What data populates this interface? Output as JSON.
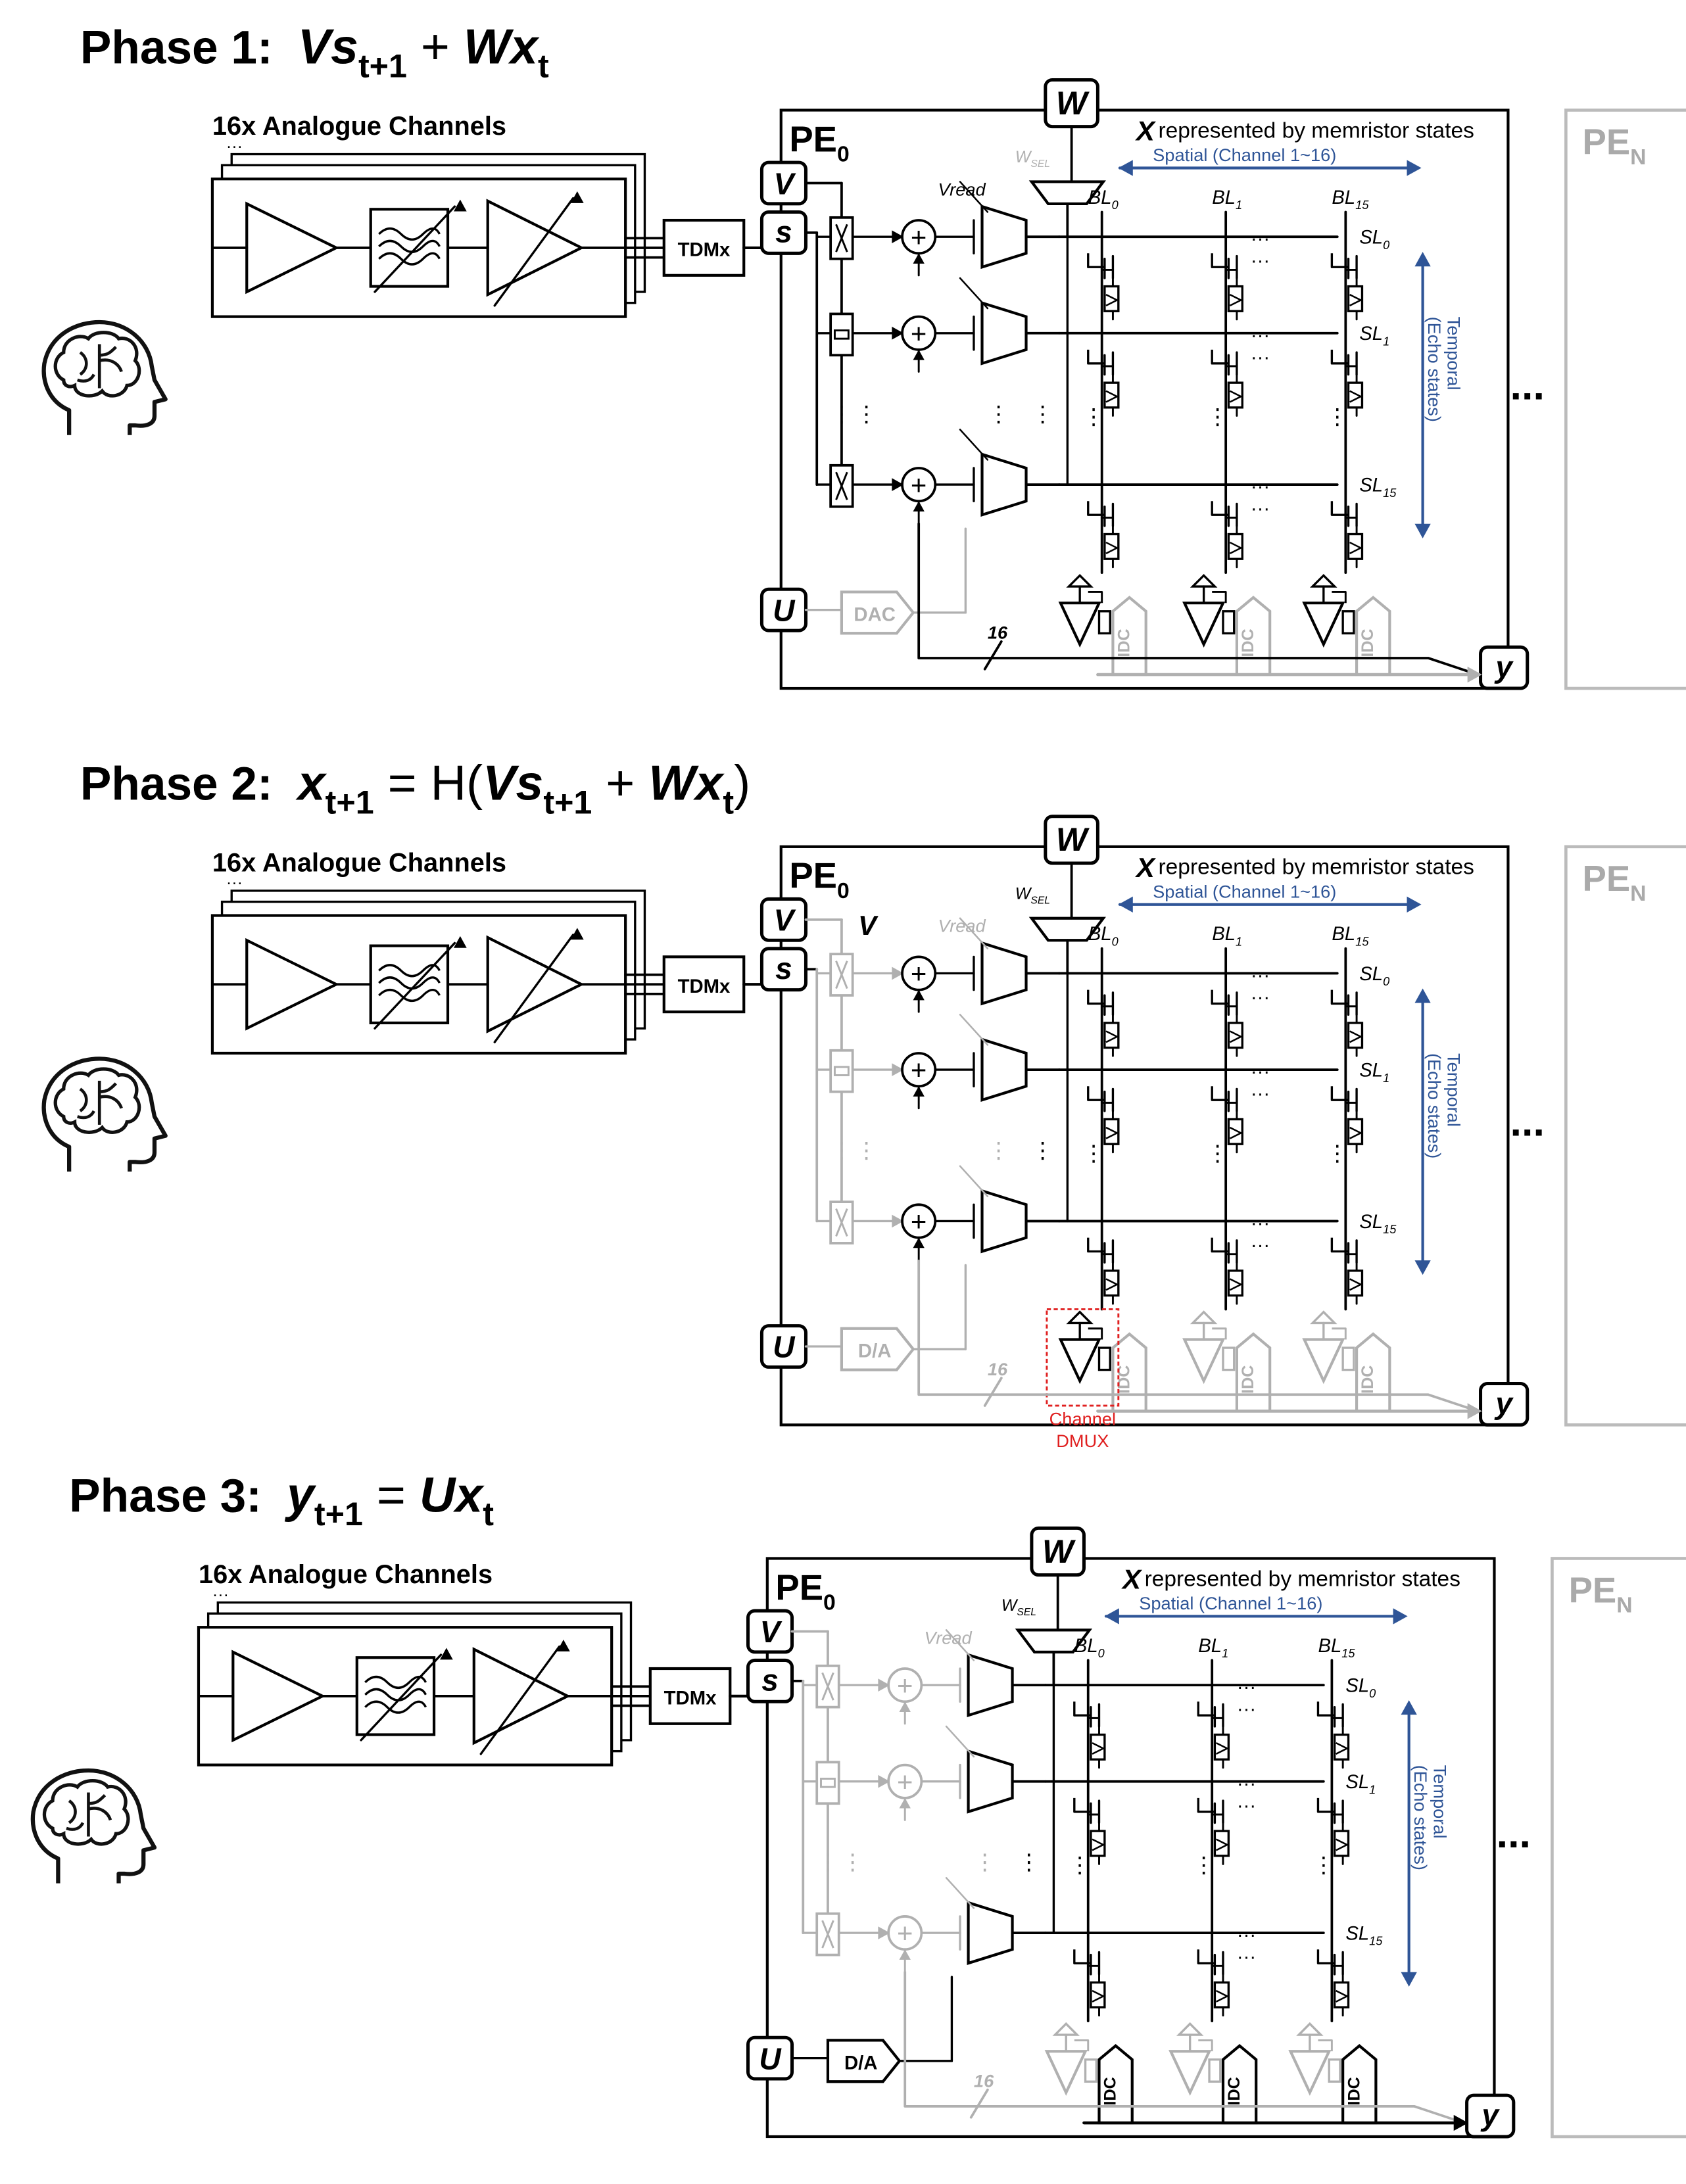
{
  "phases": [
    {
      "title_prefix": "Phase 1:",
      "eq": [
        {
          "t": "Vs",
          "style": "bi"
        },
        {
          "t": "t+1",
          "style": "bsub"
        },
        {
          "t": " + ",
          "style": "n"
        },
        {
          "t": "Wx",
          "style": "bi"
        },
        {
          "t": "t",
          "style": "bsub"
        }
      ]
    },
    {
      "title_prefix": "Phase 2:",
      "eq": [
        {
          "t": "x",
          "style": "bi"
        },
        {
          "t": "t+1",
          "style": "bsub"
        },
        {
          "t": " = H(",
          "style": "n"
        },
        {
          "t": "Vs",
          "style": "bi"
        },
        {
          "t": "t+1",
          "style": "bsub"
        },
        {
          "t": " + ",
          "style": "n"
        },
        {
          "t": "Wx",
          "style": "bi"
        },
        {
          "t": "t",
          "style": "bsub"
        },
        {
          "t": ")",
          "style": "n"
        }
      ]
    },
    {
      "title_prefix": "Phase 3:",
      "eq": [
        {
          "t": "y",
          "style": "bi"
        },
        {
          "t": "t+1",
          "style": "bsub"
        },
        {
          "t": " = ",
          "style": "n"
        },
        {
          "t": "Ux",
          "style": "bi"
        },
        {
          "t": "t",
          "style": "bsub"
        }
      ]
    }
  ],
  "labels": {
    "channels": "16x Analogue Channels",
    "tdm": "TDMx",
    "pe0": "PE",
    "pe0_sub": "0",
    "pen": "PE",
    "pen_sub": "N",
    "w": "W",
    "wsel": "W",
    "wsel_sub": "SEL",
    "v": "V",
    "s": "s",
    "u": "U",
    "y": "y",
    "x_repr_bold": "X",
    "x_repr": " represented by memristor states",
    "spatial": "Spatial (Channel 1~16)",
    "temporal": "Temporal",
    "echo": "(Echo states)",
    "vread": "Vread",
    "dac_p1": "DAC",
    "dac_p23": "D/A",
    "idc": "IDC",
    "bus": "16",
    "bl": "BL",
    "bl_subs": [
      "0",
      "1",
      "15"
    ],
    "sl": "SL",
    "sl_subs": [
      "0",
      "1",
      "15"
    ],
    "ellipsis": "...",
    "vdots": "⋮",
    "dots_h": "···",
    "dmux1": "Channel",
    "dmux2": "DMUX",
    "mult": "X",
    "plus": "+"
  },
  "colors": {
    "line": "#000000",
    "grey": "#b0b0b0",
    "blue": "#2f5597",
    "red": "#e02020"
  }
}
